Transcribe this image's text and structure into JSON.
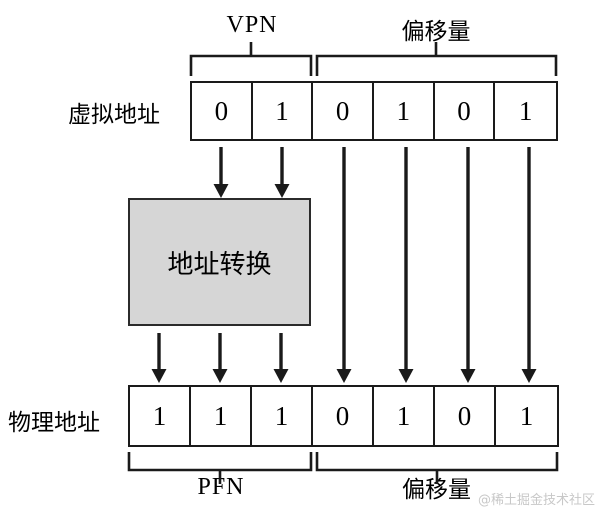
{
  "diagram": {
    "title": "Address Translation: Virtual Address to Physical Address",
    "colors": {
      "stroke": "#1a1a1a",
      "box_fill": "#d6d6d6",
      "background": "#ffffff",
      "watermark": "#c8c8c8"
    },
    "top_groups": [
      {
        "label": "VPN",
        "span_cells": 2,
        "script": "latin"
      },
      {
        "label": "偏移量",
        "span_cells": 4,
        "script": "cjk"
      }
    ],
    "virtual_address": {
      "label": "虚拟地址",
      "bits": [
        "0",
        "1",
        "0",
        "1",
        "0",
        "1"
      ]
    },
    "translation_box": {
      "label": "地址转换"
    },
    "physical_address": {
      "label": "物理地址",
      "bits": [
        "1",
        "1",
        "1",
        "0",
        "1",
        "0",
        "1"
      ]
    },
    "bottom_groups": [
      {
        "label": "PFN",
        "span_cells": 3,
        "script": "latin"
      },
      {
        "label": "偏移量",
        "span_cells": 4,
        "script": "cjk"
      }
    ],
    "watermark": "@稀土掘金技术社区"
  }
}
